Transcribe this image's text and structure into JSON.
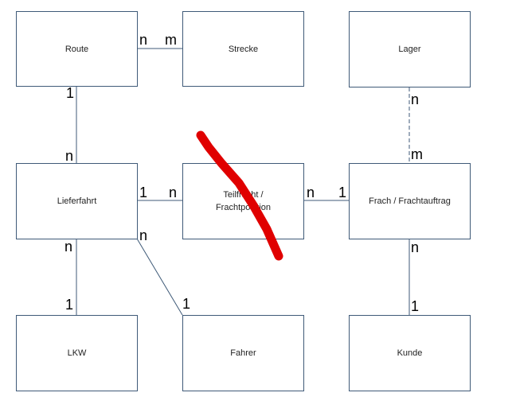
{
  "entities": {
    "route": "Route",
    "strecke": "Strecke",
    "lager": "Lager",
    "lieferfahrt": "Lieferfahrt",
    "teilfracht_line1": "Teilfracht /",
    "teilfracht_line2": "Frachtposition",
    "frachtauftrag": "Frach / Frachtauftrag",
    "lkw": "LKW",
    "fahrer": "Fahrer",
    "kunde": "Kunde"
  },
  "cardinalities": {
    "route_strecke_route": "n",
    "route_strecke_strecke": "m",
    "route_lieferfahrt_route": "1",
    "route_lieferfahrt_lieferfahrt": "n",
    "lager_frachtauftrag_lager": "n",
    "lager_frachtauftrag_frachtauftrag": "m",
    "lieferfahrt_teilfracht_lieferfahrt": "1",
    "lieferfahrt_teilfracht_teilfracht": "n",
    "teilfracht_frachtauftrag_teilfracht": "n",
    "teilfracht_frachtauftrag_frachtauftrag": "1",
    "lieferfahrt_lkw_lieferfahrt": "n",
    "lieferfahrt_lkw_lkw": "1",
    "lieferfahrt_fahrer_lieferfahrt": "n",
    "lieferfahrt_fahrer_fahrer": "1",
    "frachtauftrag_kunde_frachtauftrag": "n",
    "frachtauftrag_kunde_kunde": "1"
  },
  "colors": {
    "box_border": "#3f5a78",
    "connector": "#3f5a78",
    "strike_mark": "#e00000"
  }
}
